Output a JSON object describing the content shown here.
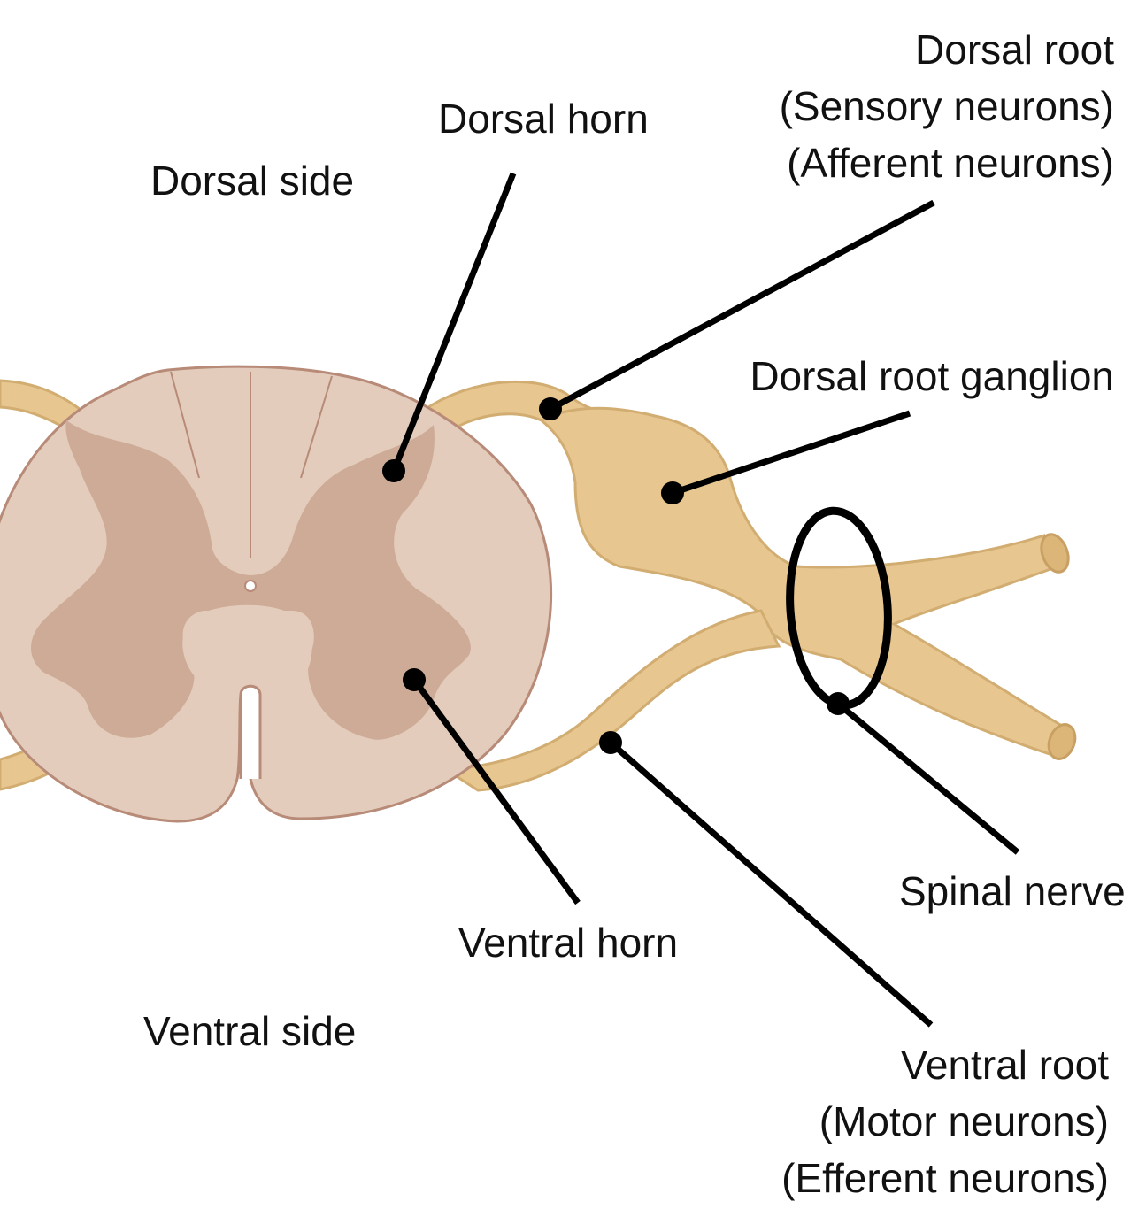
{
  "labels": {
    "dorsal_side": "Dorsal side",
    "ventral_side": "Ventral side",
    "dorsal_horn": "Dorsal horn",
    "ventral_horn": "Ventral horn",
    "dorsal_root": [
      "Dorsal root",
      "(Sensory neurons)",
      "(Afferent neurons)"
    ],
    "dorsal_root_ganglion": "Dorsal root ganglion",
    "spinal_nerve": "Spinal nerve",
    "ventral_root": [
      "Ventral root",
      "(Motor neurons)",
      "(Efferent neurons)"
    ]
  },
  "colors": {
    "white_matter": "#e3ccbb",
    "grey_matter": "#cdab97",
    "outline": "#b88a78",
    "nerve": "#e8c690",
    "nerve_outline": "#d2ad72",
    "pointer": "#000000"
  }
}
